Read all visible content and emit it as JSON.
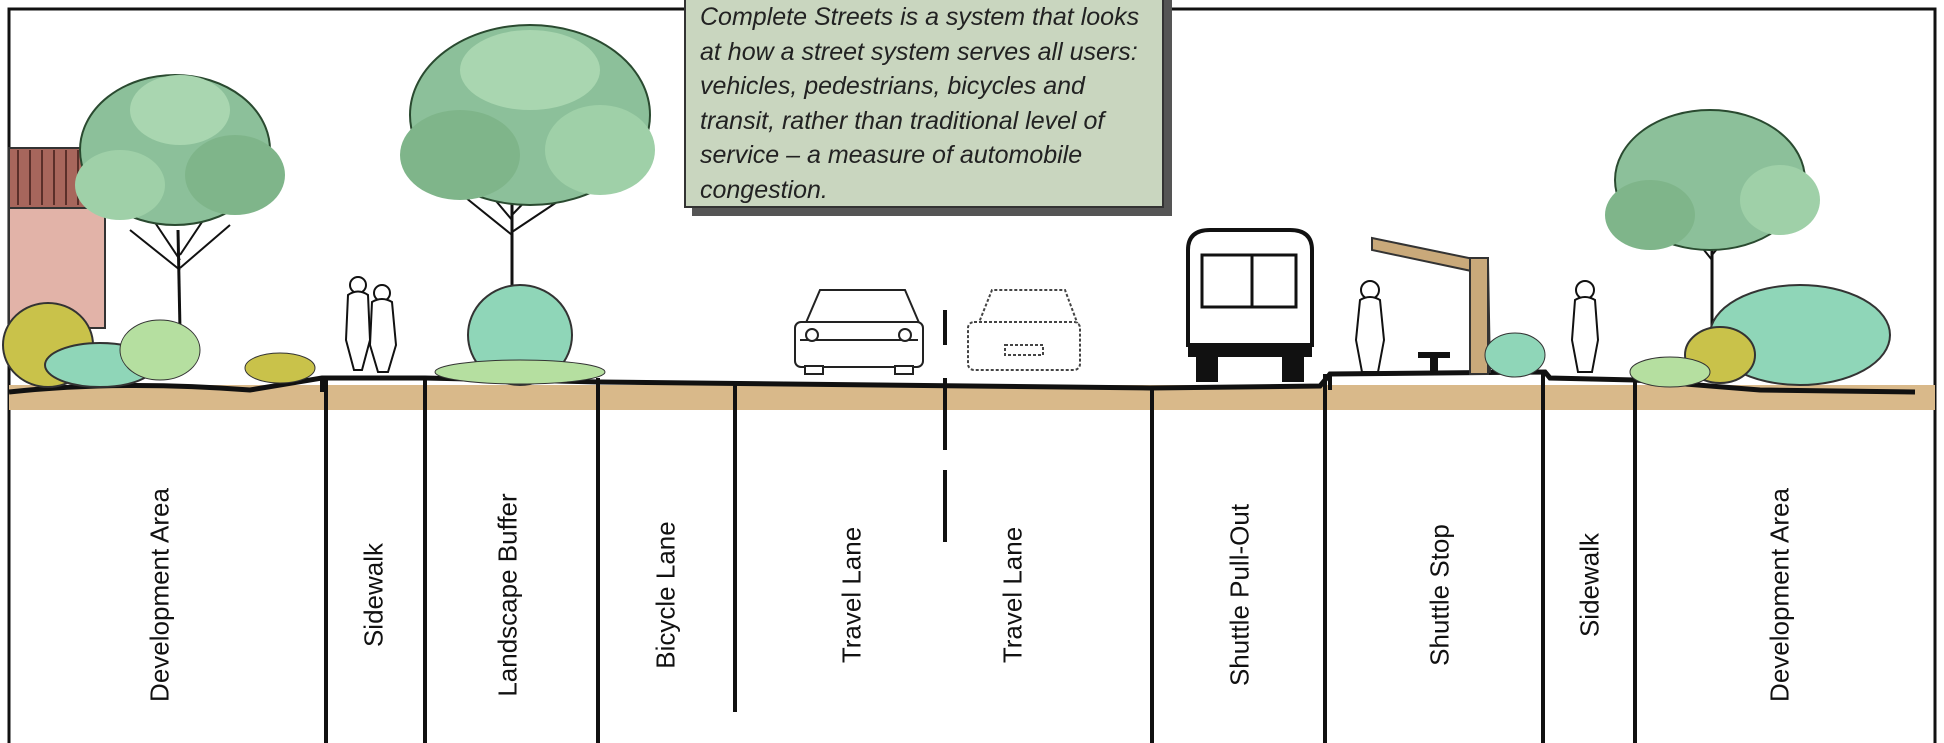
{
  "callout": {
    "text": "Complete Streets is a system that looks at how a street system serves all users: vehicles, pedestrians, bicycles and transit, rather than traditional level of service – a measure of automobile congestion."
  },
  "zones": [
    {
      "label": "Development Area"
    },
    {
      "label": "Sidewalk"
    },
    {
      "label": "Landscape Buffer"
    },
    {
      "label": "Bicycle Lane"
    },
    {
      "label": "Travel Lane"
    },
    {
      "label": "Travel Lane"
    },
    {
      "label": "Shuttle Pull-Out"
    },
    {
      "label": "Shuttle Stop"
    },
    {
      "label": "Sidewalk"
    },
    {
      "label": "Development Area"
    }
  ],
  "colors": {
    "ground": "#d9b98a",
    "tree_green": "#7fb58a",
    "shrub_teal": "#8fd6b8",
    "shrub_yellow": "#c9c24a",
    "building": "#e2b3a8",
    "shelter": "#c9a97a",
    "callout_bg": "#c9d6bf"
  }
}
